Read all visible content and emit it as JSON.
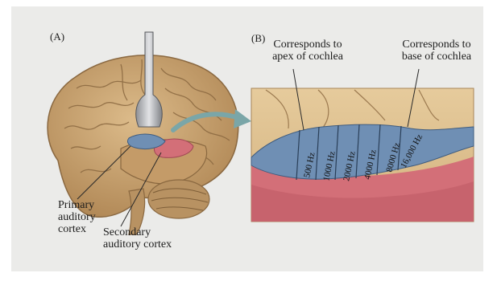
{
  "panels": {
    "a_label": "(A)",
    "b_label": "(B)"
  },
  "panel_a": {
    "primary_label": "Primary\nauditory\ncortex",
    "secondary_label": "Secondary\nauditory cortex"
  },
  "panel_b": {
    "apex_label": "Corresponds to\napex of cochlea",
    "base_label": "Corresponds to\nbase of cochlea",
    "frequency_bands": [
      "500 Hz",
      "1000 Hz",
      "2000 Hz",
      "4000 Hz",
      "8000 Hz",
      "16,000 Hz"
    ]
  },
  "colors": {
    "background": "#ebebe9",
    "brain": "#c9a576",
    "brain_shadow": "#9c7a50",
    "auditory_blue": "#6f8fb4",
    "secondary_pink": "#d36f78",
    "arrow": "#7aa6a8",
    "cortex_section": "#ddbf8f"
  }
}
